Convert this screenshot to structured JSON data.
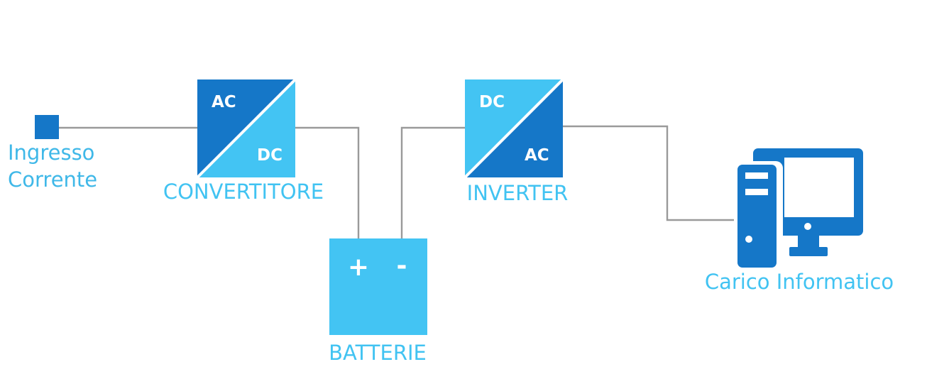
{
  "colors": {
    "dark_blue": "#1577c8",
    "light_blue": "#43c4f3",
    "label_blue": "#41c3f2",
    "wire_gray": "#9a9a9a"
  },
  "input": {
    "label_line1": "Ingresso",
    "label_line2": "Corrente",
    "icon": "input-square-icon"
  },
  "converter": {
    "label": "CONVERTITORE",
    "top_text": "AC",
    "bottom_text": "DC"
  },
  "battery": {
    "label": "BATTERIE",
    "plus": "+",
    "minus": "-"
  },
  "inverter": {
    "label": "INVERTER",
    "top_text": "DC",
    "bottom_text": "AC"
  },
  "load": {
    "label": "Carico Informatico",
    "icon": "desktop-computer-icon"
  }
}
